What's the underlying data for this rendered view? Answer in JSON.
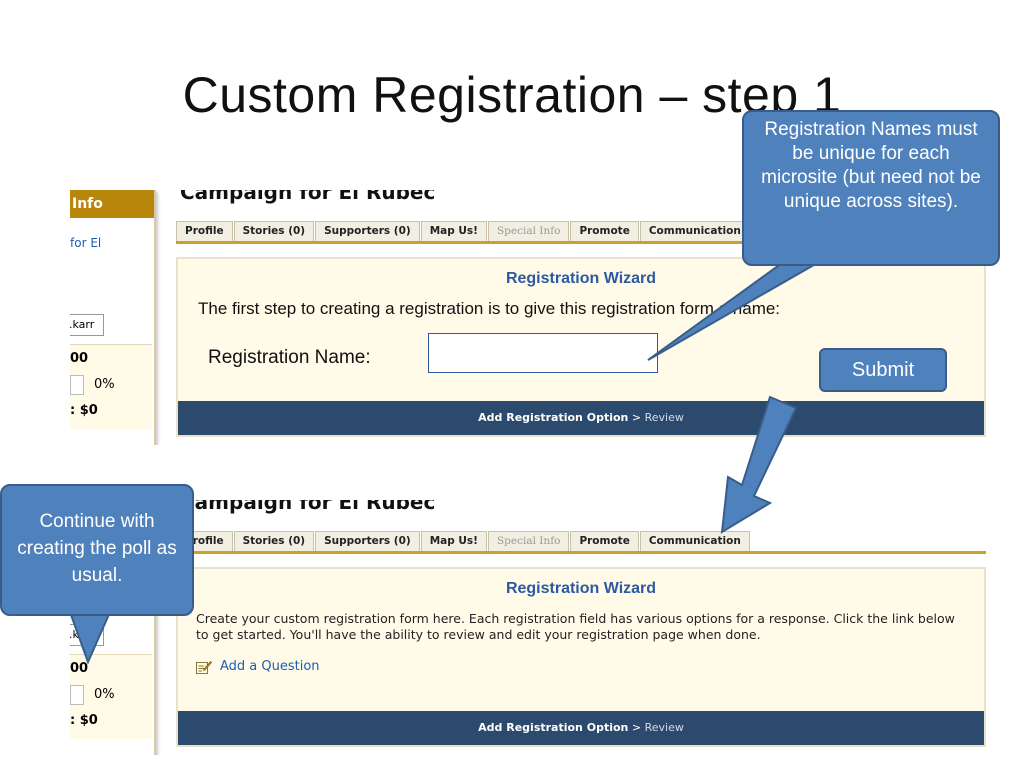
{
  "slide": {
    "title": "Custom Registration – step 1"
  },
  "panel": {
    "header": "Info",
    "link": "for El",
    "input_value": ".karr",
    "goal": "00",
    "percent": "0%",
    "raised": ": $0"
  },
  "campaign": {
    "title": "Campaign for El Rubec"
  },
  "tabs": [
    {
      "label": "Profile"
    },
    {
      "label": "Stories (0)"
    },
    {
      "label": "Supporters (0)"
    },
    {
      "label": "Map Us!"
    },
    {
      "label": "Special Info"
    },
    {
      "label": "Promote"
    },
    {
      "label": "Communication"
    }
  ],
  "wizard1": {
    "title": "Registration Wizard",
    "intro": "The first step to creating a registration is to give this registration form a name:",
    "name_label": "Registration Name:",
    "name_value": "",
    "submit_label": "Submit",
    "footer_current": "Add Registration Option",
    "footer_sep": ">",
    "footer_next": "Review"
  },
  "wizard2": {
    "title": "Registration Wizard",
    "intro": "Create your custom registration form here. Each registration field has various options for a response. Click the link below to get started. You'll have the ability to review and edit your registration page when done.",
    "add_question": "Add a Question",
    "footer_current": "Add Registration Option",
    "footer_sep": ">",
    "footer_next": "Review"
  },
  "callouts": {
    "names_note": "Registration Names must be unique for each microsite (but need not be unique across sites).",
    "poll_note": "Continue with creating the poll as usual."
  },
  "colors": {
    "callout_fill": "#4f81bd",
    "callout_border": "#385d8a",
    "wizard_title": "#2c5aa0",
    "footer_bar": "#2b4a6e",
    "tab_rule": "#c9a227",
    "panel_header": "#b8860b"
  },
  "icons": {
    "add_question": "pencil-icon"
  }
}
